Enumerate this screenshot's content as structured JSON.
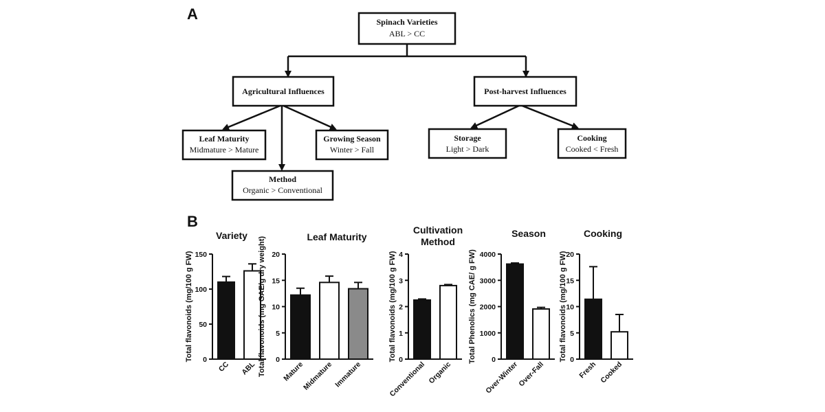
{
  "panels": {
    "a": "A",
    "b": "B"
  },
  "flowchart": {
    "root": {
      "title": "Spinach Varieties",
      "sub": "ABL > CC"
    },
    "agri": {
      "title": "Agricultural Influences",
      "sub": ""
    },
    "post": {
      "title": "Post-harvest Influences",
      "sub": ""
    },
    "leaf": {
      "title": "Leaf Maturity",
      "sub": "Midmature > Mature"
    },
    "season": {
      "title": "Growing Season",
      "sub": "Winter > Fall"
    },
    "method": {
      "title": "Method",
      "sub": "Organic > Conventional"
    },
    "storage": {
      "title": "Storage",
      "sub": "Light > Dark"
    },
    "cooking": {
      "title": "Cooking",
      "sub": "Cooked < Fresh"
    }
  },
  "chart_data": [
    {
      "type": "bar",
      "title": "Variety",
      "ylabel": "Total flavonoids (mg/100 g FW)",
      "ylim": [
        0,
        150
      ],
      "yticks": [
        "0",
        "50",
        "100",
        "150"
      ],
      "yticks_num": [
        0,
        50,
        100,
        150
      ],
      "categories": [
        "CC",
        "ABL"
      ],
      "values": [
        110,
        126
      ],
      "errors": [
        8,
        10
      ],
      "colors": [
        "#111111",
        "#ffffff"
      ]
    },
    {
      "type": "bar",
      "title": "Leaf Maturity",
      "ylabel": "Total flavonoids (mg GAE/g dry weight)",
      "ylim": [
        0,
        20
      ],
      "yticks": [
        "0",
        "5",
        "10",
        "15",
        "20"
      ],
      "yticks_num": [
        0,
        5,
        10,
        15,
        20
      ],
      "categories": [
        "Mature",
        "Midmature",
        "Immature"
      ],
      "values": [
        12.2,
        14.6,
        13.4
      ],
      "errors": [
        1.3,
        1.2,
        1.2
      ],
      "colors": [
        "#111111",
        "#ffffff",
        "#8a8a8a"
      ]
    },
    {
      "type": "bar",
      "title": "Cultivation Method",
      "title_lines": [
        "Cultivation",
        "Method"
      ],
      "ylabel": "Total flavonoids (mg/100 g FW)",
      "ylim": [
        0,
        4
      ],
      "yticks": [
        "0",
        "1",
        "2",
        "3",
        "4"
      ],
      "yticks_num": [
        0,
        1,
        2,
        3,
        4
      ],
      "categories": [
        "Conventional",
        "Organic"
      ],
      "values": [
        2.25,
        2.8
      ],
      "errors": [
        0.04,
        0.04
      ],
      "colors": [
        "#111111",
        "#ffffff"
      ]
    },
    {
      "type": "bar",
      "title": "Season",
      "ylabel": "Total Phenolics (mg CAE/ g FW)",
      "ylim": [
        0,
        4000
      ],
      "yticks": [
        "0",
        "1000",
        "2000",
        "3000",
        "4000"
      ],
      "yticks_num": [
        0,
        1000,
        2000,
        3000,
        4000
      ],
      "categories": [
        "Over-Winter",
        "Over-Fall"
      ],
      "values": [
        3620,
        1910
      ],
      "errors": [
        40,
        60
      ],
      "colors": [
        "#111111",
        "#ffffff"
      ]
    },
    {
      "type": "bar",
      "title": "Cooking",
      "ylabel": "Total flavonoids (mg/100 g FW)",
      "ylim": [
        0,
        20
      ],
      "yticks": [
        "0",
        "5",
        "10",
        "15",
        "20"
      ],
      "yticks_num": [
        0,
        5,
        10,
        15,
        20
      ],
      "categories": [
        "Fresh",
        "Cooked"
      ],
      "values": [
        11.4,
        5.2
      ],
      "errors": [
        6.2,
        3.3
      ],
      "colors": [
        "#111111",
        "#ffffff"
      ]
    }
  ]
}
